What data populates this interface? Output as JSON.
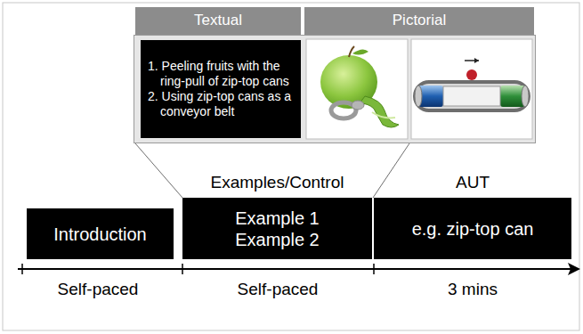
{
  "diagram": {
    "nodes": [
      {
        "text": [
          "Textual"
        ]
      },
      {
        "text": [
          "Pictorial"
        ]
      },
      {
        "text": [
          "1. Peeling fruits with the ring-pull of zip-top cans",
          "2. Using zip-top cans as a conveyor belt"
        ]
      },
      {
        "text": [
          "Introduction"
        ]
      },
      {
        "text": [
          "Examples/Control",
          "Example 1",
          "Example 2"
        ]
      },
      {
        "text": [
          "AUT",
          "e.g. zip-top can"
        ]
      }
    ],
    "labels": [
      "Self-paced",
      "Self-paced",
      "3 mins"
    ]
  }
}
